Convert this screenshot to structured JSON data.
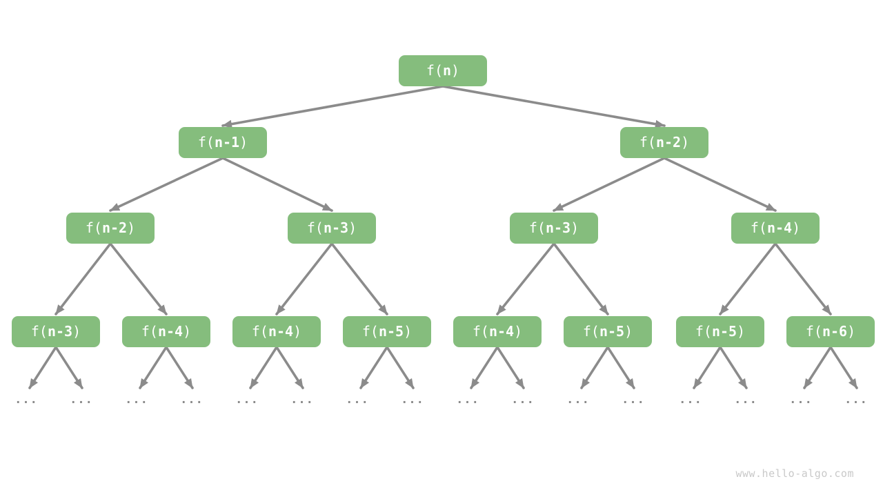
{
  "diagram_type": "recursion-tree",
  "watermark": "www.hello-algo.com",
  "ellipsis": "...",
  "colors": {
    "background": "#FFFFFF",
    "node_fill": "#85BD7D",
    "node_text": "#FFFFFF",
    "edge": "#8B8B8B",
    "ellipsis": "#8A8A8A",
    "watermark": "#C9C9C9"
  },
  "levels": [
    [
      {
        "id": "L0-0",
        "pre": "f(",
        "arg": "n",
        "post": ")"
      }
    ],
    [
      {
        "id": "L1-0",
        "pre": "f(",
        "arg": "n-1",
        "post": ")"
      },
      {
        "id": "L1-1",
        "pre": "f(",
        "arg": "n-2",
        "post": ")"
      }
    ],
    [
      {
        "id": "L2-0",
        "pre": "f(",
        "arg": "n-2",
        "post": ")"
      },
      {
        "id": "L2-1",
        "pre": "f(",
        "arg": "n-3",
        "post": ")"
      },
      {
        "id": "L2-2",
        "pre": "f(",
        "arg": "n-3",
        "post": ")"
      },
      {
        "id": "L2-3",
        "pre": "f(",
        "arg": "n-4",
        "post": ")"
      }
    ],
    [
      {
        "id": "L3-0",
        "pre": "f(",
        "arg": "n-3",
        "post": ")"
      },
      {
        "id": "L3-1",
        "pre": "f(",
        "arg": "n-4",
        "post": ")"
      },
      {
        "id": "L3-2",
        "pre": "f(",
        "arg": "n-4",
        "post": ")"
      },
      {
        "id": "L3-3",
        "pre": "f(",
        "arg": "n-5",
        "post": ")"
      },
      {
        "id": "L3-4",
        "pre": "f(",
        "arg": "n-4",
        "post": ")"
      },
      {
        "id": "L3-5",
        "pre": "f(",
        "arg": "n-5",
        "post": ")"
      },
      {
        "id": "L3-6",
        "pre": "f(",
        "arg": "n-5",
        "post": ")"
      },
      {
        "id": "L3-7",
        "pre": "f(",
        "arg": "n-6",
        "post": ")"
      }
    ]
  ],
  "edges": [
    [
      "L0-0",
      "L1-0"
    ],
    [
      "L0-0",
      "L1-1"
    ],
    [
      "L1-0",
      "L2-0"
    ],
    [
      "L1-0",
      "L2-1"
    ],
    [
      "L1-1",
      "L2-2"
    ],
    [
      "L1-1",
      "L2-3"
    ],
    [
      "L2-0",
      "L3-0"
    ],
    [
      "L2-0",
      "L3-1"
    ],
    [
      "L2-1",
      "L3-2"
    ],
    [
      "L2-1",
      "L3-3"
    ],
    [
      "L2-2",
      "L3-4"
    ],
    [
      "L2-2",
      "L3-5"
    ],
    [
      "L2-3",
      "L3-6"
    ],
    [
      "L2-3",
      "L3-7"
    ]
  ],
  "ellipsis_children_per_bottom_node": 2
}
